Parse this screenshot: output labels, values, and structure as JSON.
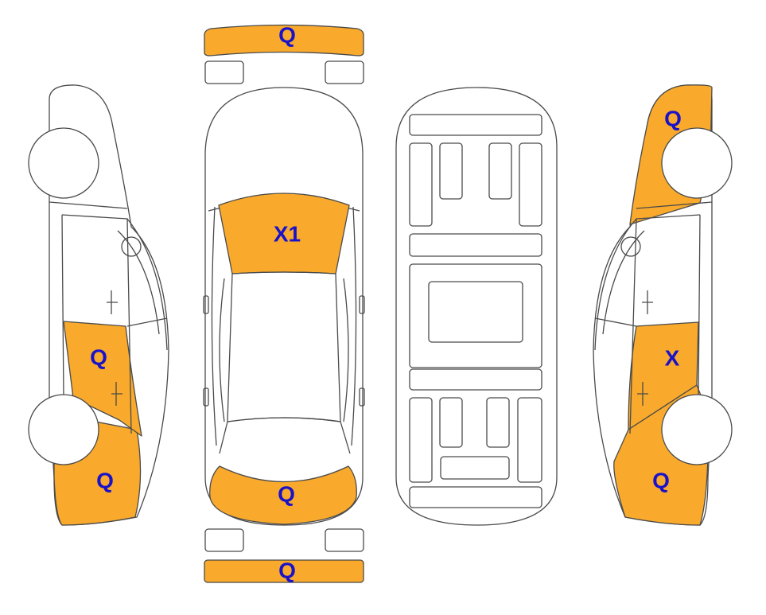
{
  "colors": {
    "damage_fill": "#F9AA2C",
    "outline": "#4A4A4A",
    "label": "#1A12C8",
    "background": "#FFFFFF"
  },
  "markers": {
    "front_bumper": "Q",
    "windshield": "X1",
    "rear_window": "Q",
    "rear_bumper": "Q",
    "left_rear_quarter": "Q",
    "left_front_quarter": "Q",
    "right_rear_quarter": "Q",
    "right_front_door": "X",
    "right_front_quarter": "Q"
  }
}
